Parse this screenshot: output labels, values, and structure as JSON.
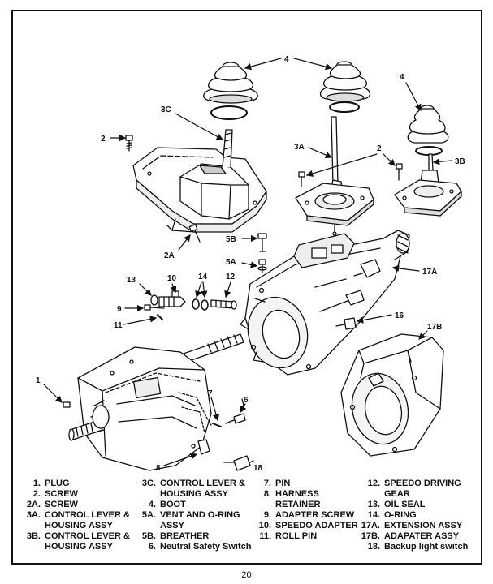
{
  "callouts": {
    "c4a": "4",
    "c4b": "4",
    "c3c": "3C",
    "c3a": "3A",
    "c2a": "2",
    "c2b": "2",
    "c3b": "3B",
    "c2A": "2A",
    "c5b": "5B",
    "c5a": "5A",
    "c17a": "17A",
    "c13": "13",
    "c10": "10",
    "c14": "14",
    "c12": "12",
    "c9": "9",
    "c11": "11",
    "c16": "16",
    "c17b": "17B",
    "c1": "1",
    "c7": "7",
    "c6": "6",
    "c8": "8",
    "c18": "18"
  },
  "legend": {
    "col1": [
      {
        "num": "1.",
        "text": "PLUG"
      },
      {
        "num": "2.",
        "text": "SCREW"
      },
      {
        "num": "2A.",
        "text": "SCREW"
      },
      {
        "num": "3A.",
        "text": "CONTROL LEVER &"
      },
      {
        "num": "",
        "text": "HOUSING ASSY"
      },
      {
        "num": "3B.",
        "text": "CONTROL LEVER &"
      },
      {
        "num": "",
        "text": "HOUSING ASSY"
      }
    ],
    "col2": [
      {
        "num": "3C.",
        "text": "CONTROL LEVER &"
      },
      {
        "num": "",
        "text": "HOUSING ASSY"
      },
      {
        "num": "4.",
        "text": "BOOT"
      },
      {
        "num": "5A.",
        "text": "VENT AND O-RING"
      },
      {
        "num": "",
        "text": "ASSY"
      },
      {
        "num": "5B.",
        "text": "BREATHER"
      },
      {
        "num": "6.",
        "text": "Neutral Safety Switch"
      }
    ],
    "col3": [
      {
        "num": "7.",
        "text": "PIN"
      },
      {
        "num": "8.",
        "text": "HARNESS"
      },
      {
        "num": "",
        "text": "RETAINER"
      },
      {
        "num": "9.",
        "text": "ADAPTER SCREW"
      },
      {
        "num": "10.",
        "text": "SPEEDO ADAPTER"
      },
      {
        "num": "11.",
        "text": "ROLL PIN"
      }
    ],
    "col4": [
      {
        "num": "12.",
        "text": "SPEEDO DRIVING"
      },
      {
        "num": "",
        "text": "GEAR"
      },
      {
        "num": "13.",
        "text": "OIL SEAL"
      },
      {
        "num": "14.",
        "text": "O-RING"
      },
      {
        "num": "17A.",
        "text": "EXTENSION ASSY"
      },
      {
        "num": "17B.",
        "text": "ADAPATER ASSY"
      },
      {
        "num": "18.",
        "text": "Backup light switch"
      }
    ]
  },
  "page_number": "20"
}
